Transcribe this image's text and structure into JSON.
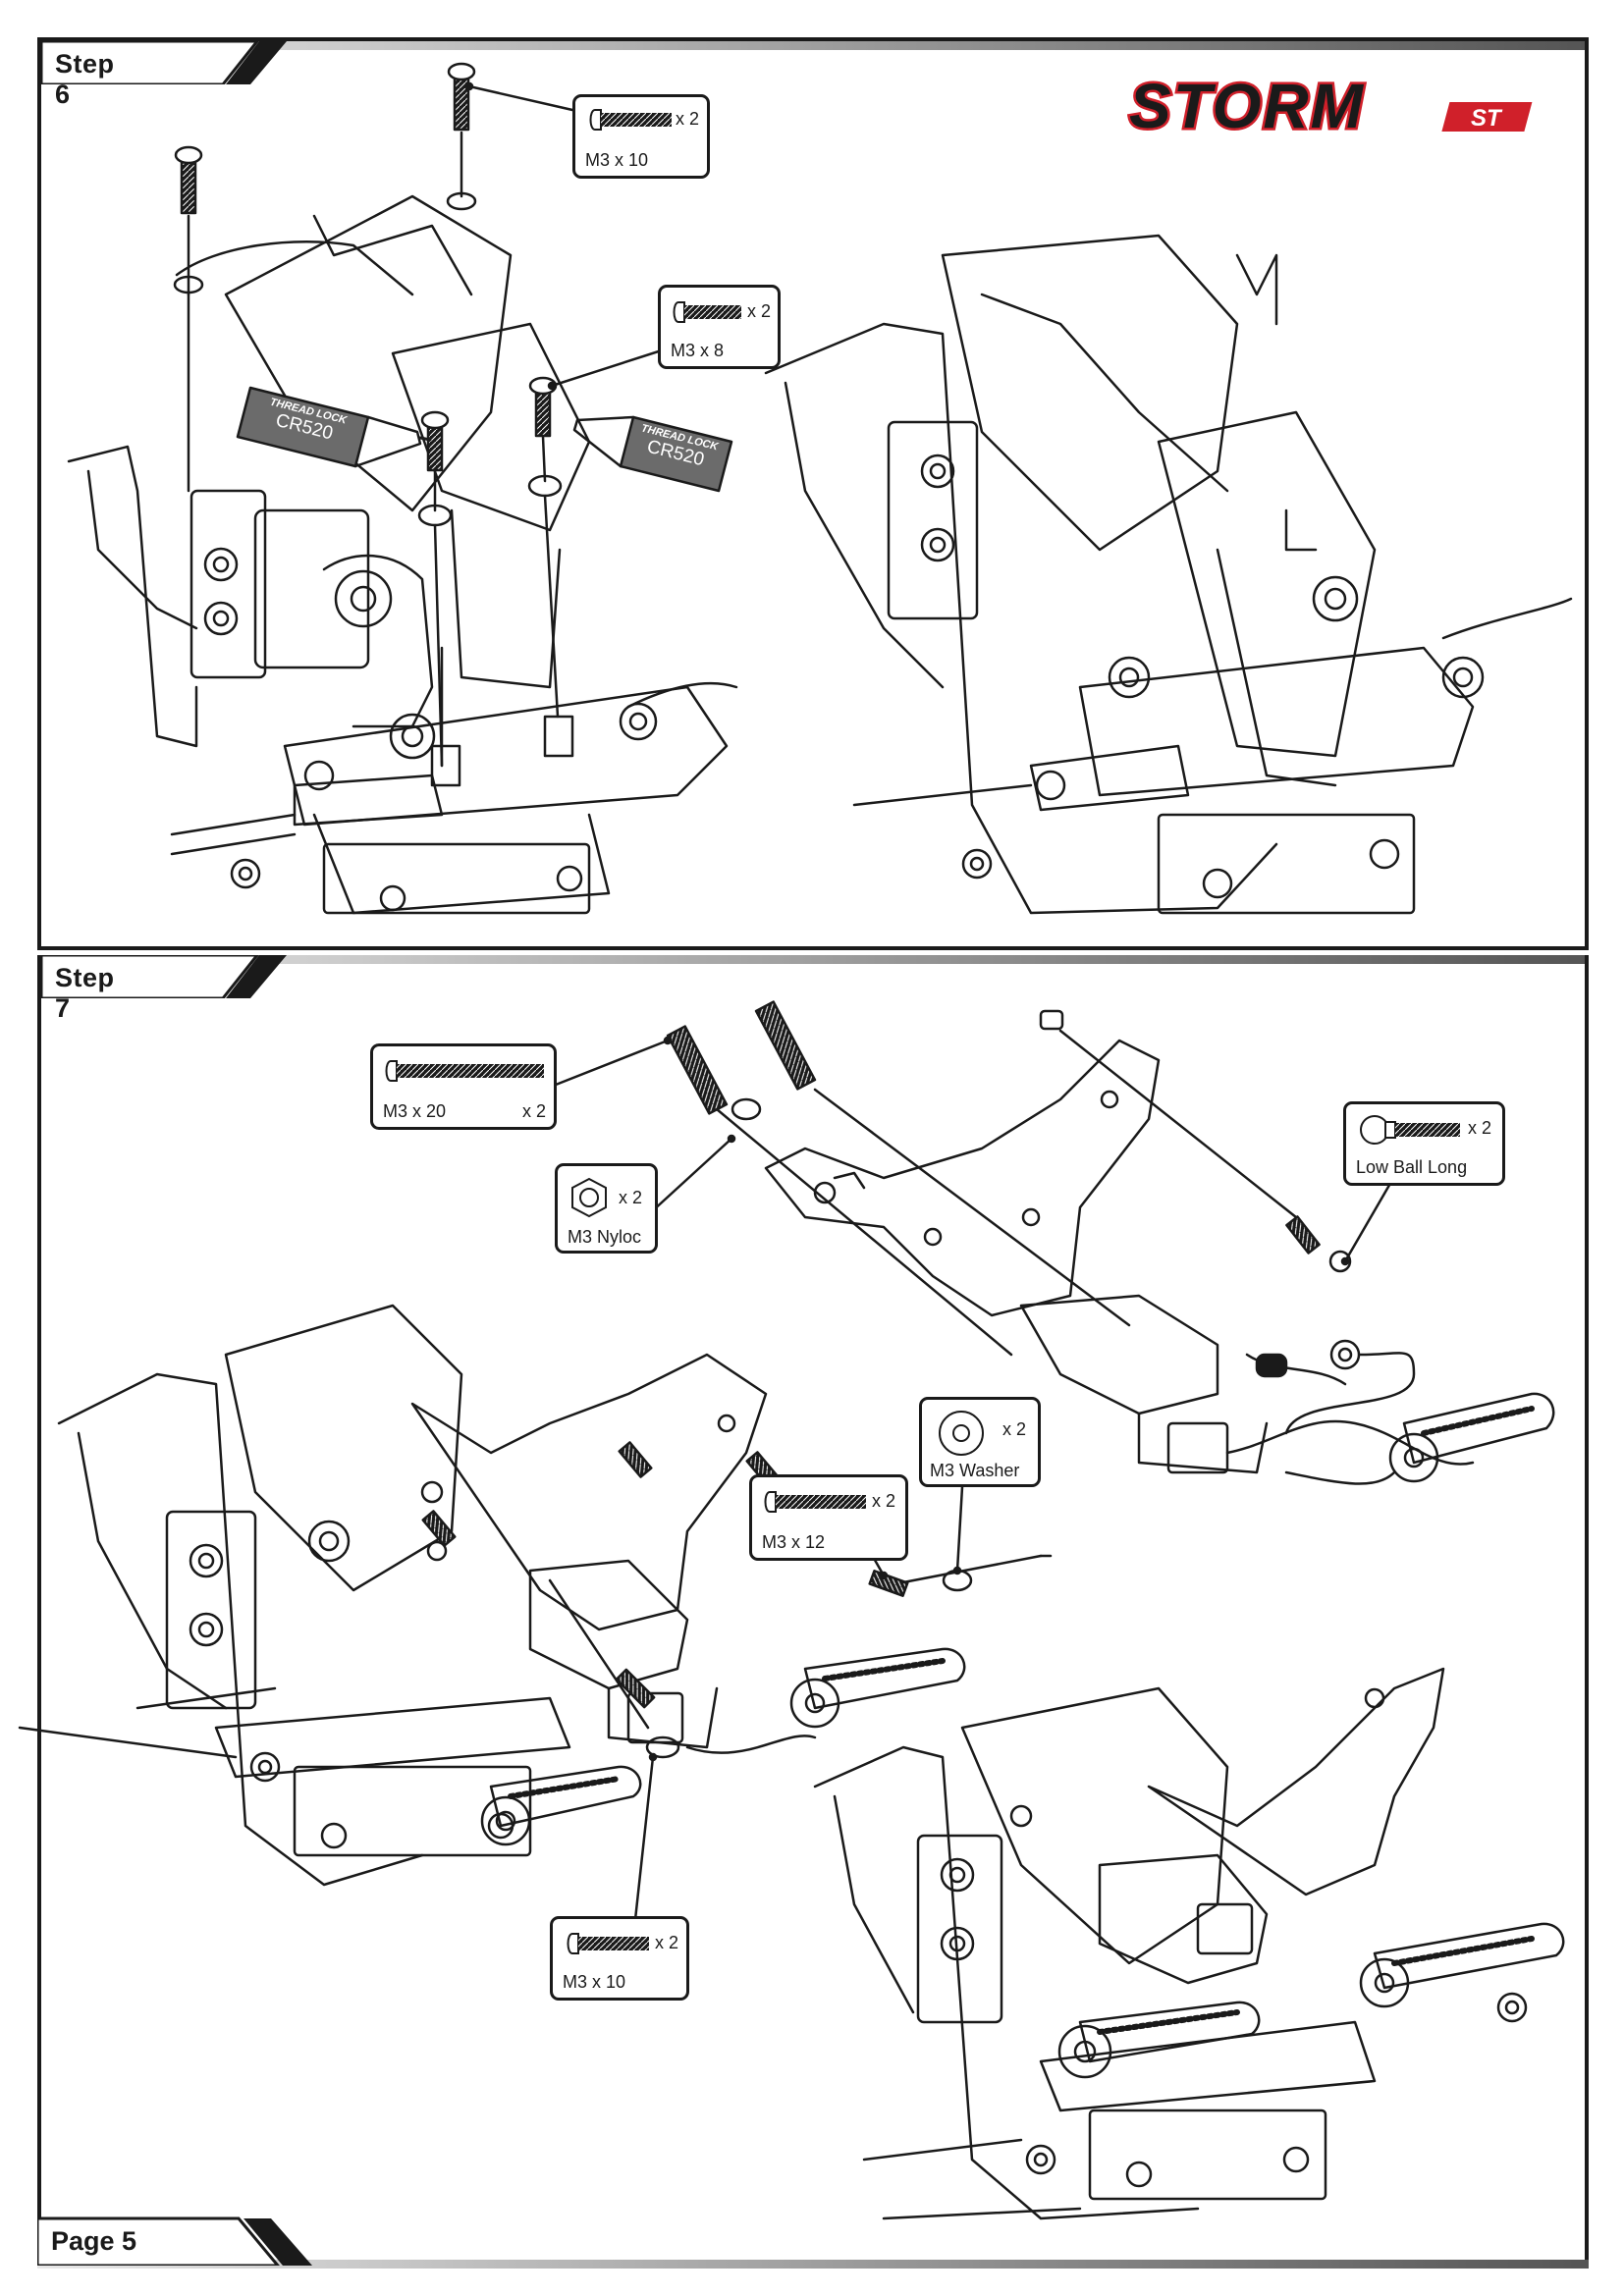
{
  "brand": {
    "logo_text": "STORM",
    "logo_suffix": "ST"
  },
  "step6": {
    "title": "Step 6",
    "callouts": {
      "m3x10": {
        "label": "M3 x 10",
        "qty": "x 2"
      },
      "m3x8": {
        "label": "M3 x 8",
        "qty": "x 2"
      }
    },
    "threadlock": {
      "line1": "THREAD LOCK",
      "line2": "CR520"
    }
  },
  "step7": {
    "title": "Step 7",
    "callouts": {
      "m3x20": {
        "label": "M3 x 20",
        "qty": "x 2"
      },
      "nyloc": {
        "label": "M3 Nyloc",
        "qty": "x 2"
      },
      "lowball": {
        "label": "Low Ball Long",
        "qty": "x 2"
      },
      "washer": {
        "label": "M3 Washer",
        "qty": "x 2"
      },
      "m3x12": {
        "label": "M3 x 12",
        "qty": "x 2"
      },
      "m3x10": {
        "label": "M3 x 10",
        "qty": "x 2"
      }
    }
  },
  "footer": {
    "page_label": "Page 5"
  },
  "colors": {
    "ink": "#1a1a1a",
    "logo_red": "#d0202a",
    "tube_grey": "#6b6b6b"
  }
}
